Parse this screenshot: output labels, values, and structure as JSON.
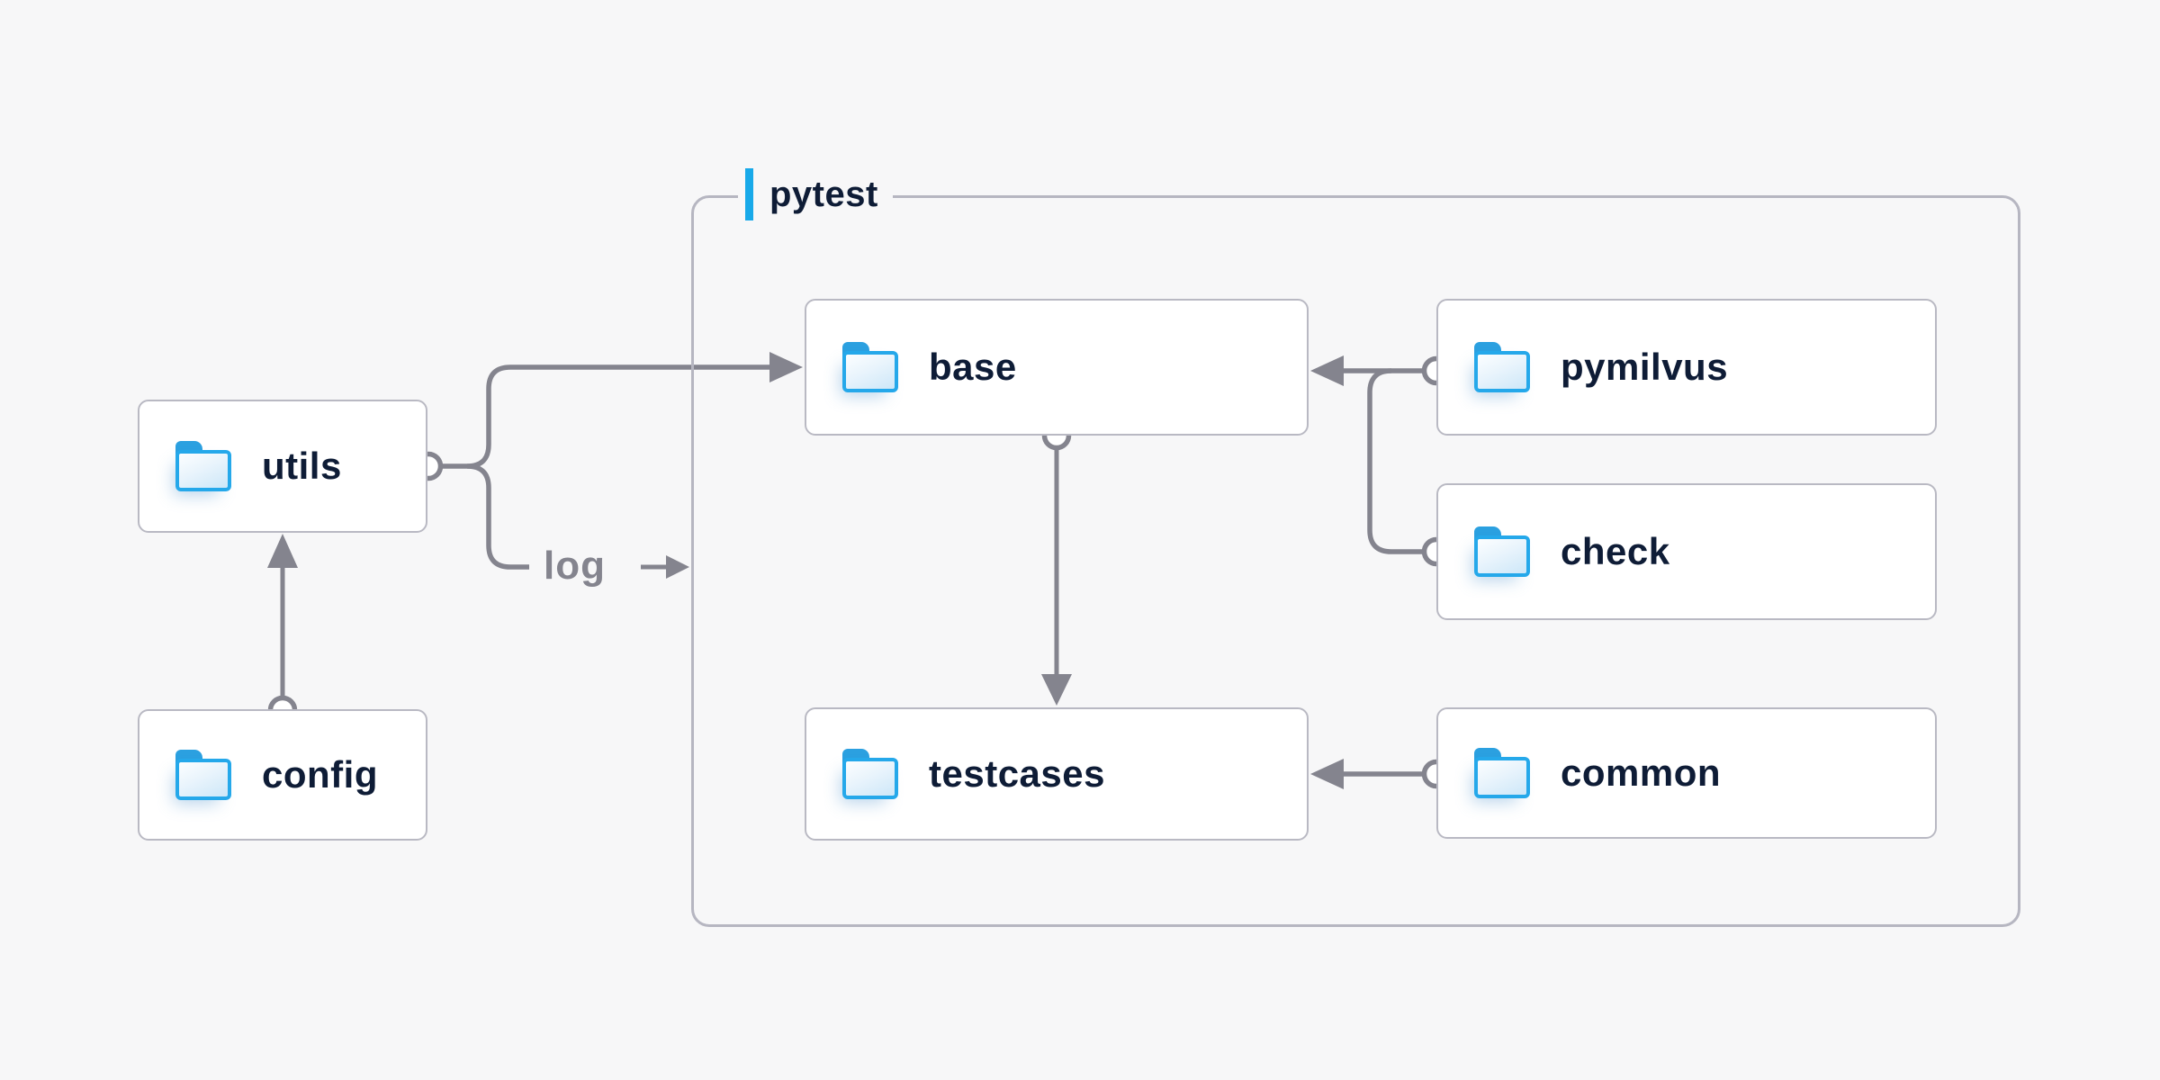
{
  "diagram": {
    "group": {
      "label": "pytest",
      "accent_color": "#18a9e9"
    },
    "nodes": {
      "utils": {
        "label": "utils",
        "icon": "folder-icon"
      },
      "config": {
        "label": "config",
        "icon": "folder-icon"
      },
      "base": {
        "label": "base",
        "icon": "folder-icon"
      },
      "pymilvus": {
        "label": "pymilvus",
        "icon": "folder-icon"
      },
      "check": {
        "label": "check",
        "icon": "folder-icon"
      },
      "testcases": {
        "label": "testcases",
        "icon": "folder-icon"
      },
      "common": {
        "label": "common",
        "icon": "folder-icon"
      }
    },
    "annotations": {
      "log_label": "log"
    },
    "edges": [
      {
        "from": "config",
        "to": "utils"
      },
      {
        "from": "utils",
        "to": "base"
      },
      {
        "from": "utils",
        "to": "log"
      },
      {
        "from": "pymilvus",
        "to": "base"
      },
      {
        "from": "check",
        "to": "base"
      },
      {
        "from": "base",
        "to": "testcases"
      },
      {
        "from": "common",
        "to": "testcases"
      }
    ],
    "colors": {
      "background": "#f7f7f8",
      "node_fill": "#ffffff",
      "node_border": "#b9b9c3",
      "group_border": "#b6b6c1",
      "node_text": "#0e1c36",
      "connector": "#84848e",
      "accent_blue": "#18a9e9",
      "folder_border": "#25a8ea",
      "folder_tab": "#2ba0e0"
    }
  }
}
